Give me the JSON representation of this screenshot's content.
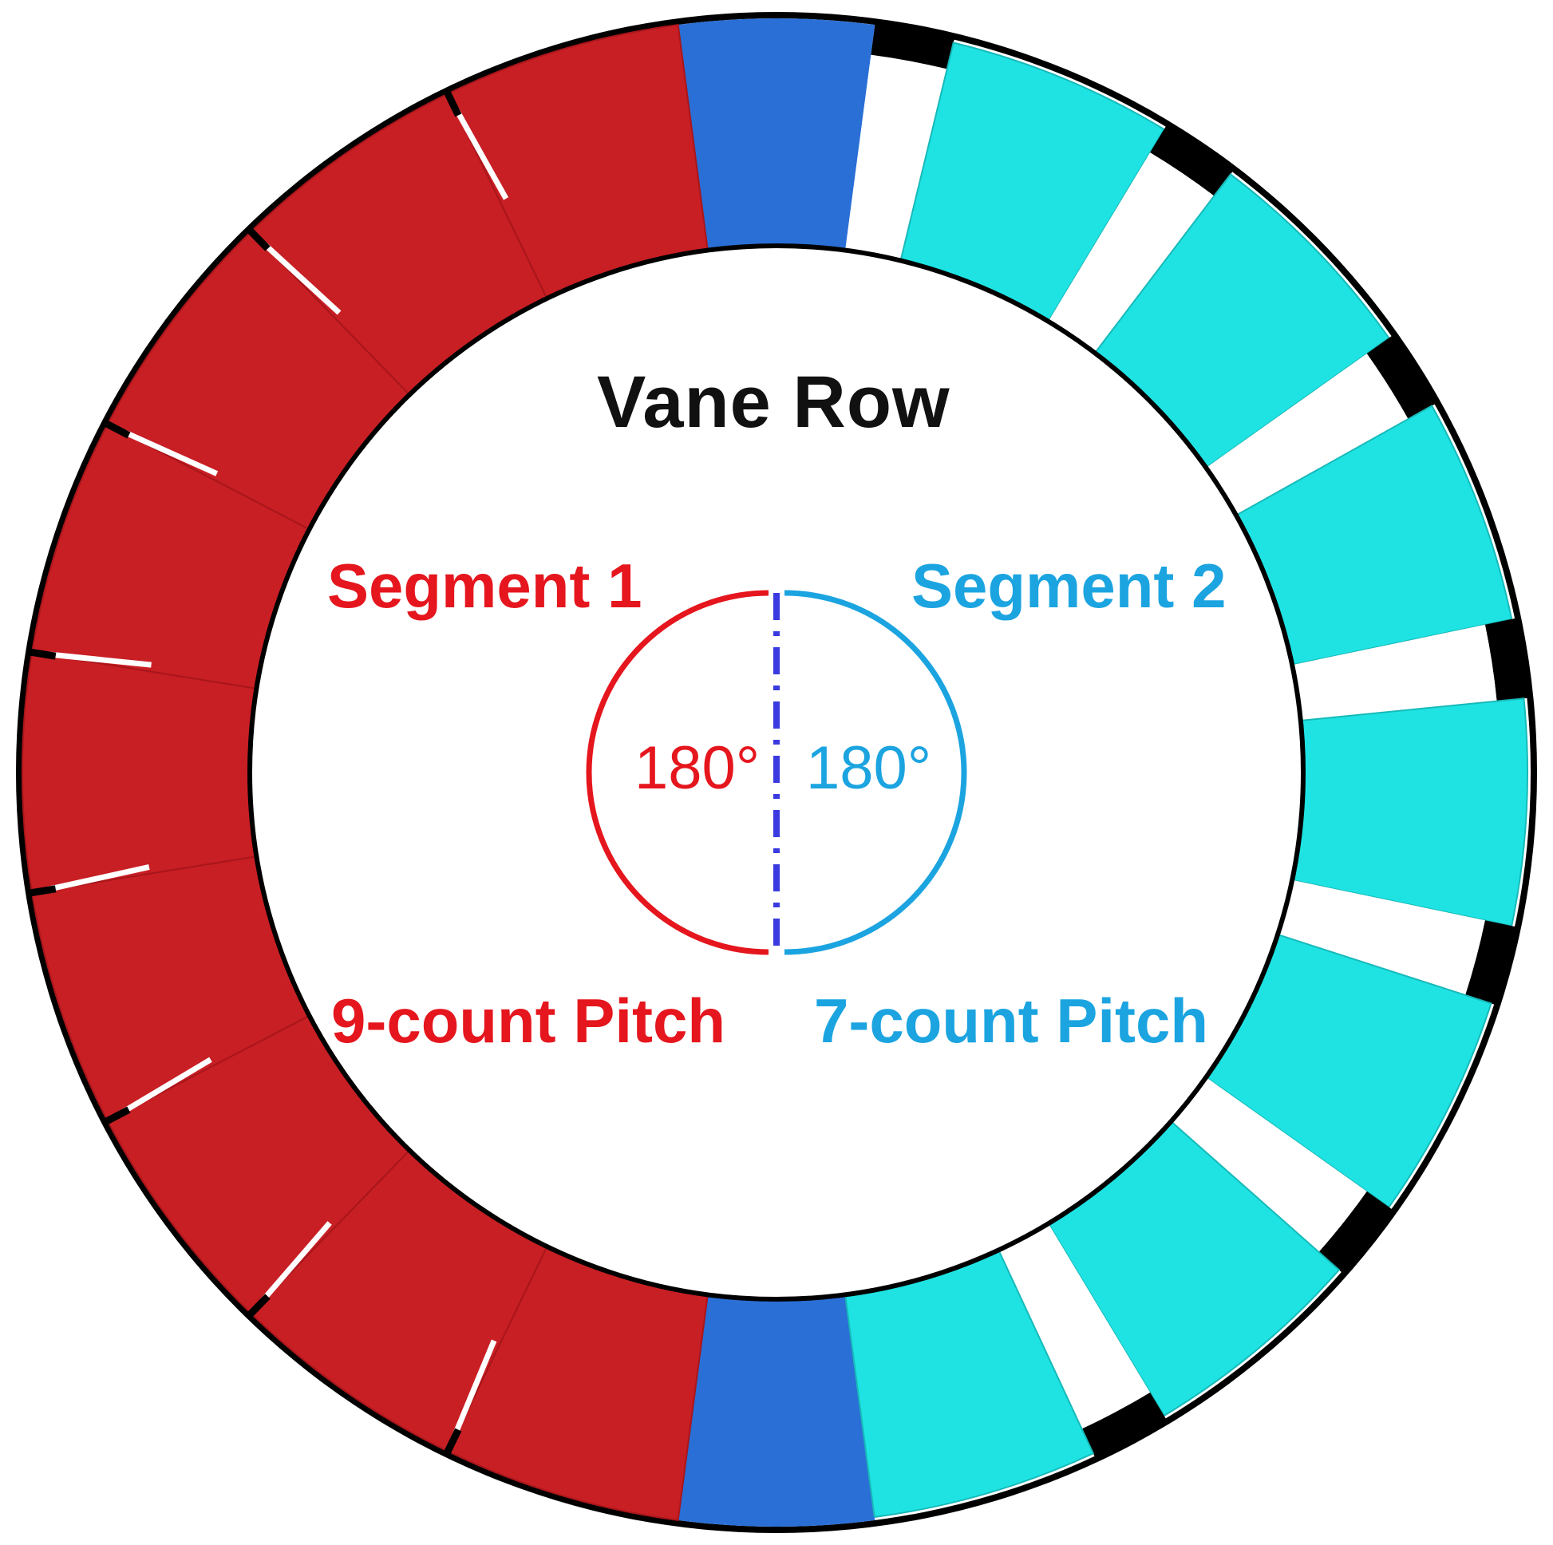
{
  "title": "Vane Row",
  "segment1": {
    "label": "Segment 1",
    "angle": "180°",
    "pitch": "9-count Pitch",
    "vane_count": 9,
    "color": "#e5161d",
    "vane_color": "#c81f24"
  },
  "segment2": {
    "label": "Segment 2",
    "angle": "180°",
    "pitch": "7-count Pitch",
    "vane_count": 7,
    "color": "#1ba4e0",
    "vane_color": "#1fe3e3"
  },
  "transition_vane_color": "#2a6fd6",
  "divider_color": "#3a3ae0",
  "rim_color": "#000000"
}
